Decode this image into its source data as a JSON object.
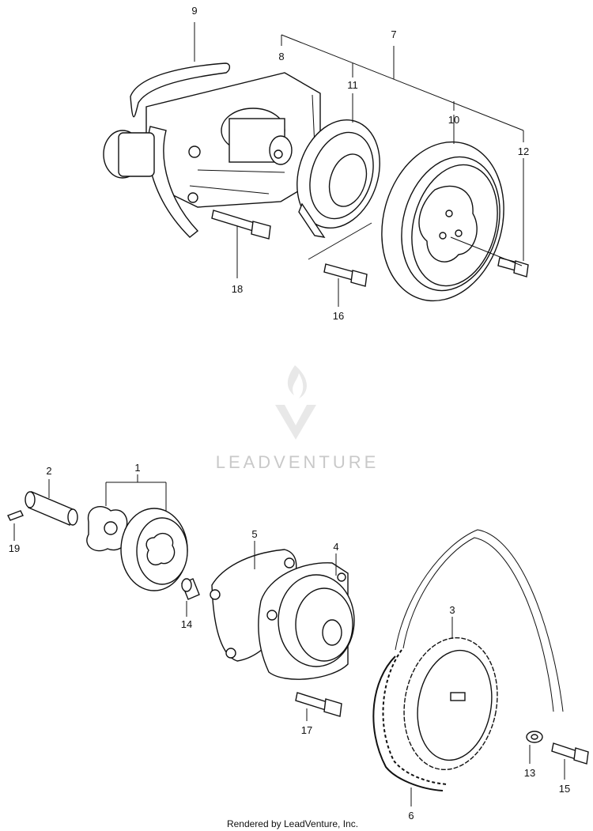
{
  "callouts": {
    "c1": "1",
    "c2": "2",
    "c3": "3",
    "c4": "4",
    "c5": "5",
    "c6": "6",
    "c7": "7",
    "c8": "8",
    "c9": "9",
    "c10": "10",
    "c11": "11",
    "c12": "12",
    "c13": "13",
    "c14": "14",
    "c15": "15",
    "c16": "16",
    "c17": "17",
    "c18": "18",
    "c19": "19"
  },
  "watermark": {
    "brand": "LEADVENTURE",
    "logo_icon": "leadventure-flame-v-logo"
  },
  "footer": {
    "credit": "Rendered by LeadVenture, Inc."
  }
}
